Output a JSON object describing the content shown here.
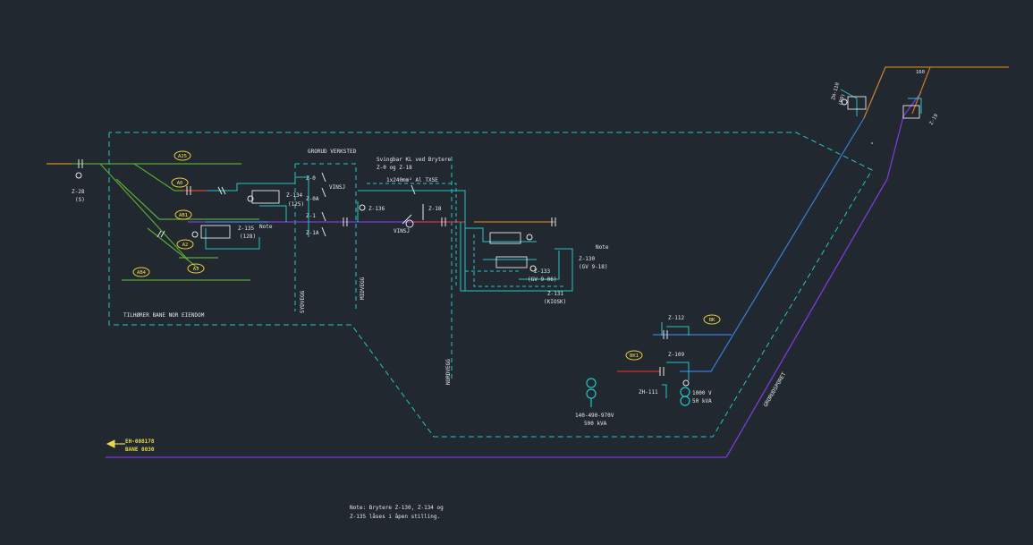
{
  "colors": {
    "background": "#212830",
    "green_track": "#5aa637",
    "orange_track": "#c87a1e",
    "blue_track": "#3a7fd5",
    "purple_track": "#7a3bd6",
    "cyan_dashed": "#25c4c4",
    "red_segment": "#d03030",
    "yellow_bubble": "#e8d030",
    "white": "#e8e8e8"
  },
  "titles": {
    "grorud_verksted": "GRORUD VERKSTED",
    "svingbar_line1": "Svingbar KL ved Brytere",
    "svingbar_line2": "Z-0 og Z-18",
    "cable": "1x240mm² Al TXSE",
    "tilhorer": "TILHØRER BANE NOR EIENDOM"
  },
  "walls": {
    "sydvegg": "SYDVEGG",
    "midvegg": "MIDVEGG",
    "nordvegg": "NORDVEGG",
    "grorudsporet": "GRORUDSPORET"
  },
  "bubbles": {
    "a25": "A25",
    "a0": "A0",
    "ab1": "AB1",
    "a2": "A2",
    "a3": "A3",
    "ab4": "AB4",
    "bk": "BK",
    "bk1": "BK1"
  },
  "switches": {
    "z28": "Z-28",
    "z28_sub": "(S)",
    "z134": "Z-134",
    "z134_sub": "(125)",
    "z135": "Z-135",
    "z135_sub": "(128)",
    "note1": "Note",
    "z0": "Z-0",
    "z0a": "Z-0A",
    "vinsj1": "VINSJ",
    "z1": "Z-1",
    "z1a": "Z-1A",
    "z136": "Z-136",
    "z18": "Z-18",
    "vinsj2": "VINSJ",
    "z133": "Z-133",
    "z133_sub": "(GV 9-06)",
    "z130": "Z-130",
    "z130_sub": "(GV 9-18)",
    "note2": "Note",
    "z131": "Z-131",
    "z131_sub": "(KIOSK)",
    "z112": "Z-112",
    "z109": "Z-109",
    "zh111": "ZH-111",
    "zh110": "ZH-110",
    "zh110_sub": "(R9)",
    "z19": "Z-19",
    "km160": "160"
  },
  "transformers": {
    "t1_line1": "140-490-970V",
    "t1_line2": "500 kVA",
    "t2_line1": "1000 V",
    "t2_line2": "50 kVA"
  },
  "arrow": {
    "line1": "EH-008178",
    "line2": "BANE 0030"
  },
  "note": {
    "line1": "Note: Brytere Z-130, Z-134 og",
    "line2": "Z-135 låses i åpen stilling."
  }
}
